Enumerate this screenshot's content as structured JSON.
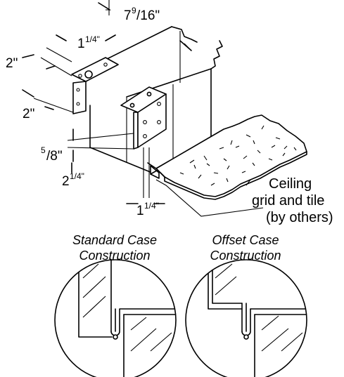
{
  "dimensions": {
    "depth_whole": "7",
    "depth_num": "9",
    "depth_den": "/16\"",
    "top_flange_whole": "1",
    "top_flange_frac": "1/4\"",
    "bracket_2_upper": "2\"",
    "bracket_2_lower": "2\"",
    "five_eighths_num": "5",
    "five_eighths_den": "/8\"",
    "two_quarter_whole": "2",
    "two_quarter_frac": "1/4\"",
    "bottom_flange_whole": "1",
    "bottom_flange_frac": "1/4\""
  },
  "callout": {
    "line1": "Ceiling",
    "line2": "grid and tile",
    "line3": "(by others)"
  },
  "details": [
    {
      "line1": "Standard Case",
      "line2": "Construction"
    },
    {
      "line1": "Offset Case",
      "line2": "Construction"
    }
  ]
}
